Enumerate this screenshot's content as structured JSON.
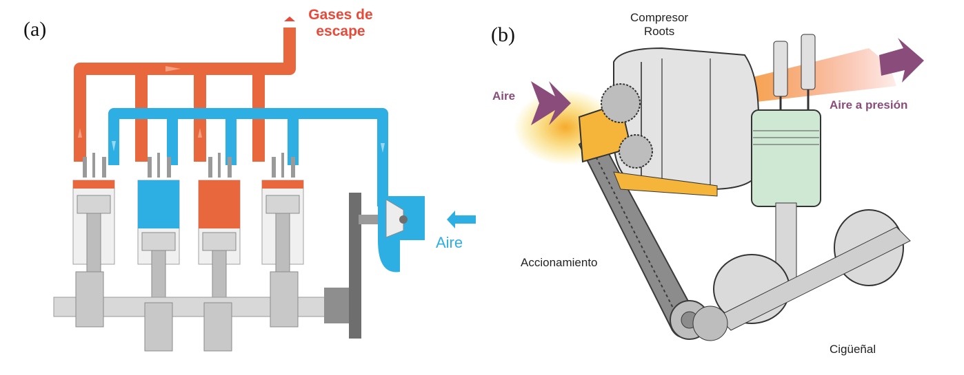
{
  "panel_a": {
    "label": "(a)",
    "exhaust_label_line1": "Gases de",
    "exhaust_label_line2": "escape",
    "air_label": "Aire",
    "colors": {
      "exhaust": "#E8673C",
      "air": "#2EAFE3",
      "metal": "#C8C8C8",
      "dark": "#7A7A7A"
    }
  },
  "panel_b": {
    "label": "(b)",
    "compressor_line1": "Compresor",
    "compressor_line2": "Roots",
    "air_in_label": "Aire",
    "air_out_label": "Aire a presión",
    "drive_label": "Accionamiento",
    "crankshaft_label": "Cigüeñal",
    "colors": {
      "arrow": "#8A4C7A",
      "glow": "#F5A623",
      "piston": "#CFE8D4"
    }
  }
}
